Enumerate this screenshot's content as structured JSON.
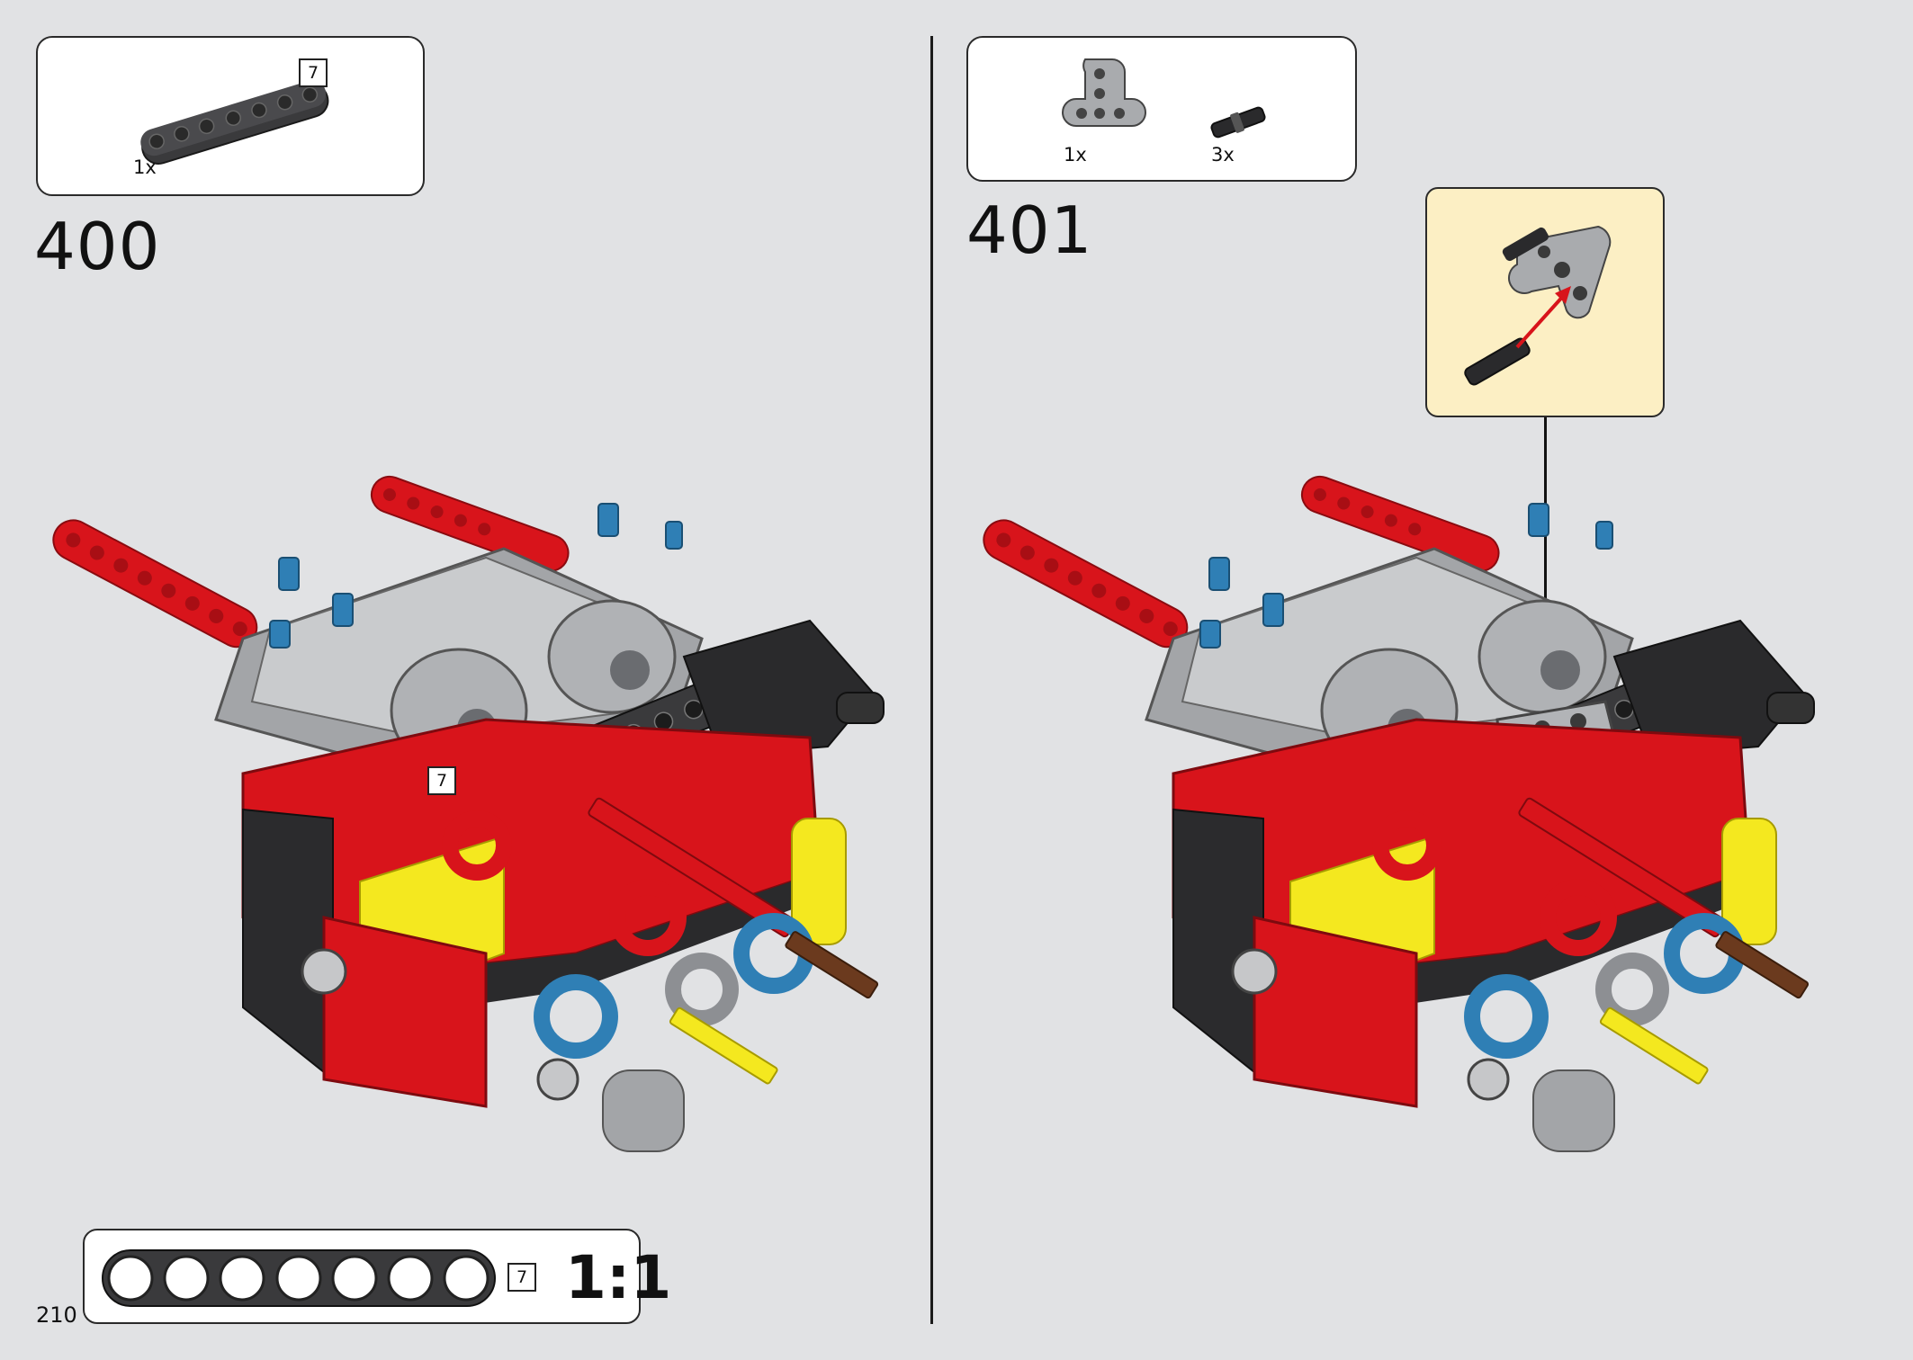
{
  "page": {
    "number": "210"
  },
  "steps": [
    {
      "number": "400",
      "parts": [
        {
          "part": "beam-7-dark-grey",
          "qty": "1x",
          "length": "7"
        }
      ],
      "model_length_callout": "7"
    },
    {
      "number": "401",
      "parts": [
        {
          "part": "t-beam-light-grey",
          "qty": "1x"
        },
        {
          "part": "axle-pin-black",
          "qty": "3x"
        }
      ],
      "callout": {
        "description_icon": "insert-pins-into-t-beam"
      }
    }
  ],
  "scale_reference": {
    "length": "7",
    "ratio": "1:1",
    "holes": 7
  },
  "colors": {
    "background": "#e1e2e4",
    "red": "#d8141b",
    "dark_grey": "#3a3a3c",
    "light_grey": "#a3a5a8",
    "black": "#1e1e1e",
    "yellow": "#f4e81f",
    "blue": "#2f7fb5",
    "callout_bg": "#fcefc4"
  }
}
